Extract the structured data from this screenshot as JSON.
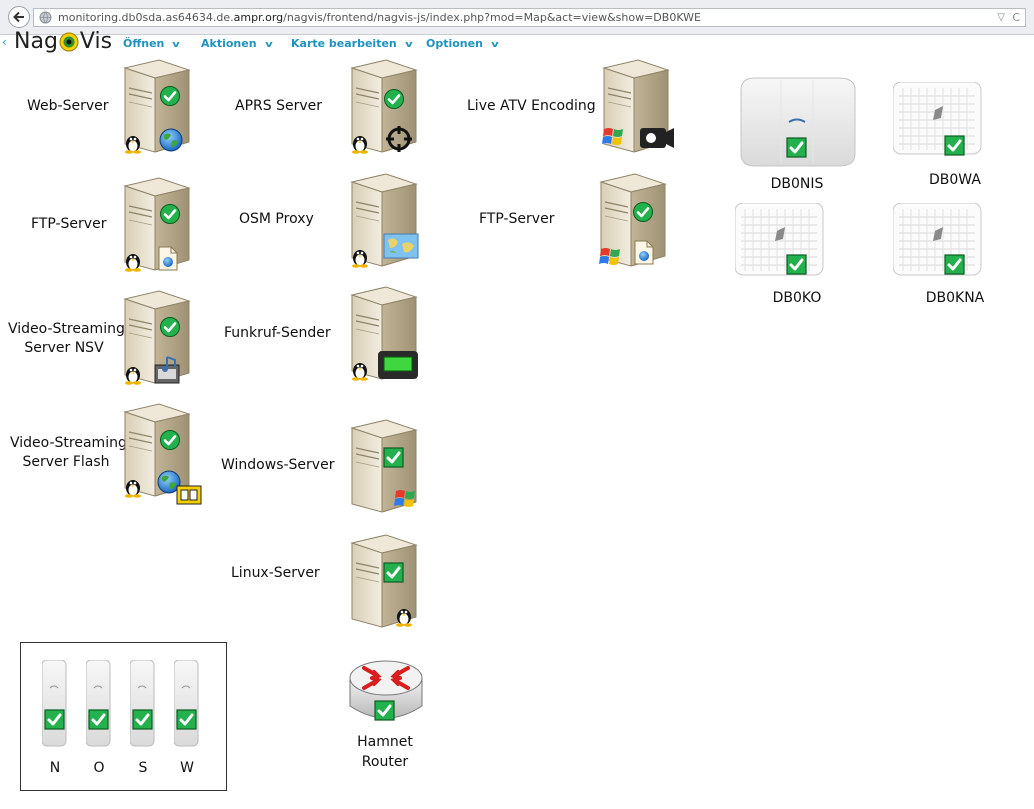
{
  "browser": {
    "url_prefix": "monitoring.db0sda.as64634.de.",
    "url_host": "ampr.org",
    "url_path": "/nagvis/frontend/nagvis-js/index.php?mod=Map&act=view&show=DB0KWE"
  },
  "header": {
    "logo_left": "Nag",
    "logo_right": "Vis",
    "menus": [
      "Öffnen",
      "Aktionen",
      "Karte bearbeiten",
      "Optionen"
    ]
  },
  "hosts": [
    {
      "label": "Web-Server",
      "os": "linux",
      "service": "globe-icon",
      "status": "ok"
    },
    {
      "label": "APRS Server",
      "os": "linux",
      "service": "target-icon",
      "status": "ok"
    },
    {
      "label": "Live ATV Encoding",
      "os": "windows",
      "service": "camera-icon",
      "status": "ok"
    },
    {
      "label": "FTP-Server",
      "os": "linux",
      "service": "ftp-icon",
      "status": "ok"
    },
    {
      "label": "OSM Proxy",
      "os": "linux",
      "service": "map-icon",
      "status": "none"
    },
    {
      "label": "FTP-Server",
      "os": "windows",
      "service": "ftp-icon",
      "status": "ok"
    },
    {
      "label_lines": [
        "Video-Streaming-",
        "Server NSV"
      ],
      "os": "linux",
      "service": "media-icon",
      "status": "ok"
    },
    {
      "label": "Funkruf-Sender",
      "os": "linux",
      "service": "pager-icon",
      "status": "none"
    },
    {
      "label_lines": [
        "Video-Streaming",
        "Server Flash"
      ],
      "os": "linux",
      "service": "flash-icon",
      "status": "ok"
    },
    {
      "label": "Windows-Server",
      "os": "windows",
      "service": "",
      "status": "ok"
    },
    {
      "label": "Linux-Server",
      "os": "linux",
      "service": "",
      "status": "ok"
    }
  ],
  "antennas": [
    {
      "label": "DB0NIS",
      "type": "panel",
      "status": "ok"
    },
    {
      "label": "DB0WA",
      "type": "grid",
      "status": "ok"
    },
    {
      "label": "DB0KO",
      "type": "grid",
      "status": "ok"
    },
    {
      "label": "DB0KNA",
      "type": "grid",
      "status": "ok"
    }
  ],
  "sectors": [
    {
      "label": "N",
      "status": "ok"
    },
    {
      "label": "O",
      "status": "ok"
    },
    {
      "label": "S",
      "status": "ok"
    },
    {
      "label": "W",
      "status": "ok"
    }
  ],
  "router": {
    "label_lines": [
      "Hamnet",
      "Router"
    ],
    "status": "ok"
  },
  "colors": {
    "ok": "#22b14c",
    "accent": "#1e93bf",
    "server": "#e4dcc8"
  }
}
